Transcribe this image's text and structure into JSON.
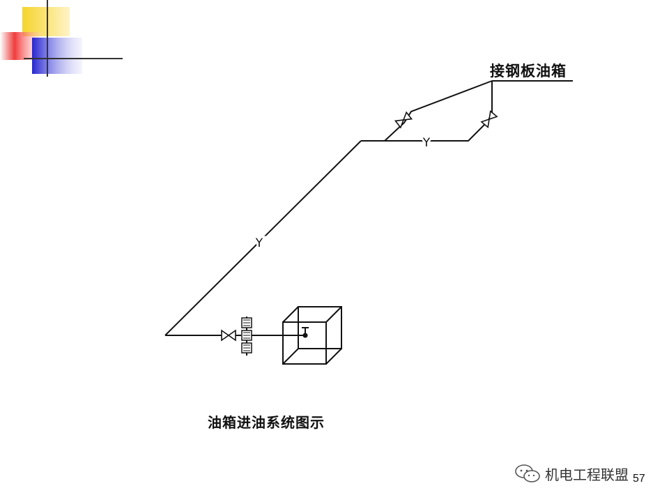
{
  "labels": {
    "target": "接钢板油箱",
    "pipe_code": "Y",
    "caption": "油箱进油系统图示"
  },
  "page": {
    "number": "57"
  },
  "watermark": {
    "text": "机电工程联盟"
  },
  "colors": {
    "line": "#111111",
    "deco_yellow": "#f5d42b",
    "deco_red": "#e8202a",
    "deco_blue": "#2a2ad0"
  }
}
